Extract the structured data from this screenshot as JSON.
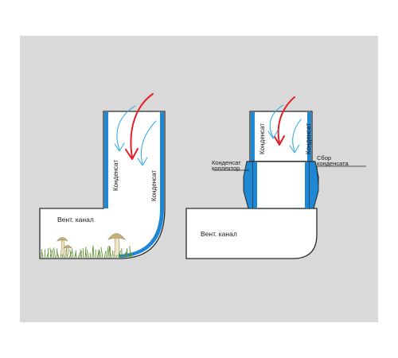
{
  "colors": {
    "background": "#d9d9d9",
    "duct_fill": "#ffffff",
    "duct_outline": "#2b2b2b",
    "condensate": "#1e88d4",
    "arrow_warm": "#e3202a",
    "arrow_cold": "#29a6e8",
    "grass": "#5b8f2e",
    "mushroom_cap": "#c9b27a",
    "mushroom_stem": "#efe6c8"
  },
  "left": {
    "duct_label": "Вент. канал",
    "condensate_label_1": "Конденсат",
    "condensate_label_2": "Конденсат"
  },
  "right": {
    "duct_label": "Вент. канал",
    "condensate_label_1": "Конденсат",
    "condensate_label_2": "Конденсат",
    "collector_label_line1": "Конденсат",
    "collector_label_line2": "коллектор",
    "collection_label_line1": "Сбор",
    "collection_label_line2": "конденсата"
  }
}
